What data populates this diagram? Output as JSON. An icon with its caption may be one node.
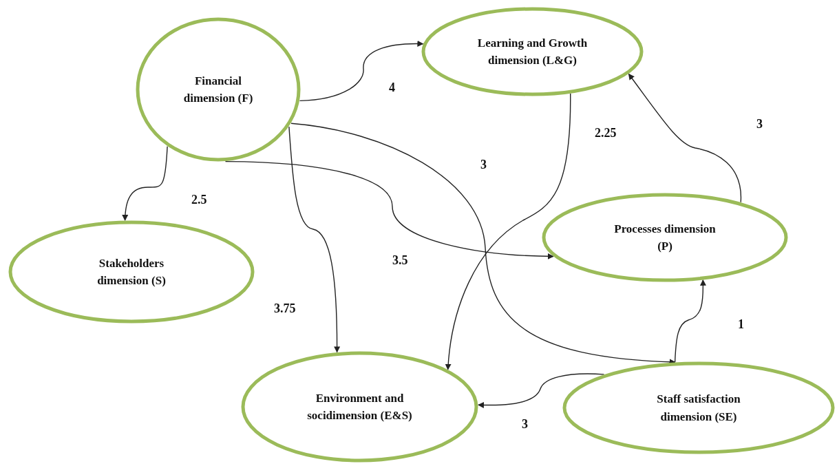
{
  "diagram": {
    "nodes": [
      {
        "text": [
          "Financial dimension (F)"
        ]
      },
      {
        "text": [
          "Learning and Growth dimension (L&G)"
        ]
      },
      {
        "text": [
          "Stakeholders dimension (S)"
        ]
      },
      {
        "text": [
          "Processes dimension (P)"
        ]
      },
      {
        "text": [
          "Environment and socidimension (E&S)"
        ]
      },
      {
        "text": [
          "Staff satisfaction dimension (SE)"
        ]
      }
    ],
    "edges": [
      {
        "from": 0,
        "to": 1,
        "arrow": "to",
        "label": "4"
      },
      {
        "from": 0,
        "to": 2,
        "arrow": "to",
        "label": "2.5"
      },
      {
        "from": 0,
        "to": 3,
        "arrow": "to",
        "label": "3.5"
      },
      {
        "from": 0,
        "to": 4,
        "arrow": "to",
        "label": "3.75"
      },
      {
        "from": 0,
        "to": 5,
        "arrow": "to",
        "label": "3"
      },
      {
        "from": 1,
        "to": 4,
        "arrow": "to",
        "label": "2.25"
      },
      {
        "from": 3,
        "to": 1,
        "arrow": "to",
        "label": "3"
      },
      {
        "from": 5,
        "to": 3,
        "arrow": "to",
        "label": "1"
      },
      {
        "from": 5,
        "to": 4,
        "arrow": "to",
        "label": "3"
      }
    ]
  }
}
